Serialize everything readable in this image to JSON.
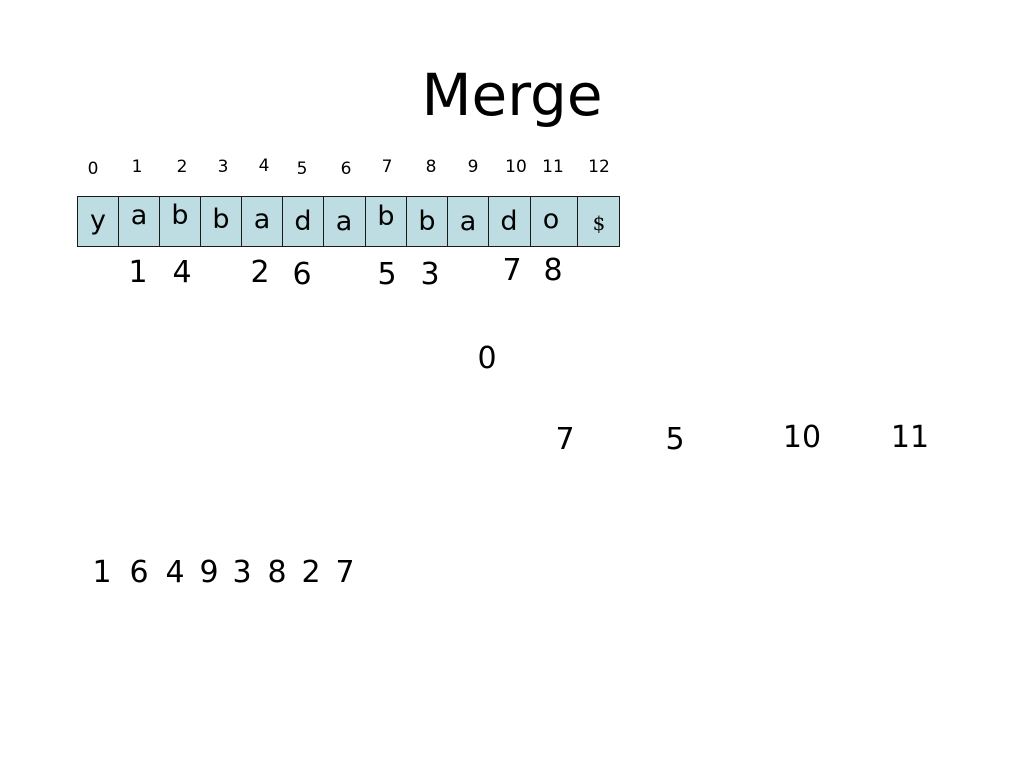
{
  "slide": {
    "title": "Merge"
  },
  "indices": [
    "0",
    "1",
    "2",
    "3",
    "4",
    "5",
    "6",
    "7",
    "8",
    "9",
    "10",
    "11",
    "12"
  ],
  "cells": [
    "y",
    "a",
    "b",
    "b",
    "a",
    "d",
    "a",
    "b",
    "b",
    "a",
    "d",
    "o",
    "$"
  ],
  "ranks": [
    "1",
    "4",
    "2",
    "6",
    "5",
    "3",
    "7",
    "8"
  ],
  "floating_numbers": [
    "0",
    "7",
    "5",
    "10",
    "11"
  ],
  "merged_sequence": [
    "1",
    "6",
    "4",
    "9",
    "3",
    "8",
    "2",
    "7"
  ]
}
